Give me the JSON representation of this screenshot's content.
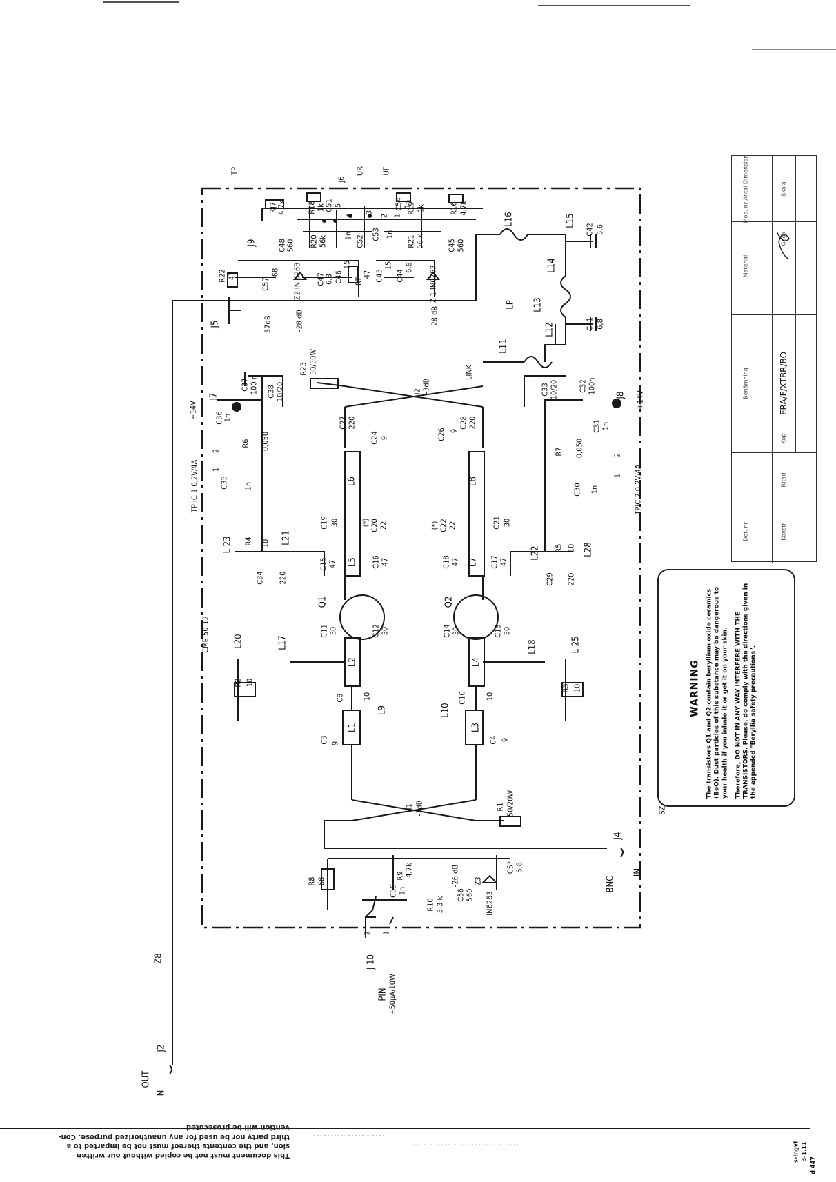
{
  "labels": {
    "tp": "TP",
    "j6": "J6",
    "ur": "UR",
    "uf": "UF",
    "r17": "RJ7",
    "r17_val": "4,7k",
    "r18": "R18",
    "r18_val": "1k",
    "c51": "C51",
    "c51_val": "5",
    "pin3": "3",
    "pin4": "4",
    "pin2": "2",
    "pin1": "1",
    "c54": "C54",
    "c54_val": "1n",
    "r19": "R19",
    "r19_val": "1k",
    "r16": "R16",
    "r16_val": "4,7k",
    "l16": "L16",
    "l15": "L15",
    "c42": "C42",
    "c42_val": "5,6",
    "j9": "J9",
    "c48": "C48",
    "c48_val": "560",
    "r20": "R20",
    "r20_val": "56k",
    "c52": "C52",
    "c52_val": "1n",
    "c53": "C53",
    "c53_val": "1n",
    "r21": "R21",
    "r21_val": "56 k",
    "c45": "C45",
    "c45_val": "560",
    "r22": "R22",
    "r22_val": "47",
    "c57": "C57",
    "c57_val": "68",
    "z2": "Z2 IN 6263",
    "c47": "C47",
    "c47_val": "6,8",
    "c46": "C46",
    "c46_val": "15",
    "rt": "RT",
    "rt_val": "47",
    "c43": "C43",
    "c43_val": "15",
    "c44": "C44",
    "c44_val": "6,8",
    "z1": "Z 1 IN6263",
    "l14": "L14",
    "db_37": "-37dB",
    "db_28a": "-28 dB",
    "db_28b": "-28 dB",
    "j5": "J5",
    "lp": "LP",
    "l13": "L13",
    "l12": "L12",
    "c41": "C41",
    "c41_val": "6,8",
    "l11": "L11",
    "link": "LINK",
    "r23": "R23",
    "r23_val": "50/50W",
    "h2": "H2",
    "h2_val": "-3dB",
    "c37": "C37",
    "c37_val": "100 n",
    "c38": "C38",
    "c38_val": "10/20",
    "j7": "J7",
    "v14a": "+14V",
    "c33": "C33",
    "c33_val": "10/20",
    "c32": "C32",
    "c32_val": "100n",
    "j8": "J8",
    "v14b": "+14V",
    "c36": "C36",
    "c36_val": "1n",
    "c27": "C27",
    "c27_val": "220",
    "c28": "C28",
    "c28_val": "220",
    "c26": "C26",
    "c26_val": "9",
    "c24": "C24",
    "c24_val": "9",
    "r6": "R6",
    "r6_val": "0,050",
    "r7": "R7",
    "r7_val": "0,050",
    "c31": "C31",
    "c31_val": "1n",
    "tpic1": "TP IC 1  0,2V/4A",
    "tpic2": "TPIC 2  0,2V/4A",
    "pin2a": "2",
    "pin1a": "1",
    "pin2b": "2",
    "pin1b": "1",
    "c35": "C35",
    "c35_val": "1n",
    "c30": "C30",
    "c30_val": "1n",
    "l6": "L6",
    "l8": "L8",
    "l23": "L 23",
    "r4": "R4",
    "r4_val": "10",
    "c19": "C19",
    "c19_val": "30",
    "c20": "C20",
    "c20_val": "22",
    "c20_mark": "(*)",
    "c22": "C22",
    "c22_val": "22",
    "c22_mark": "(*)",
    "c21": "C21",
    "c21_val": "30",
    "r5": "R5",
    "r5_val": "10",
    "l28": "L28",
    "l21": "L21",
    "c34": "C34",
    "c34_val": "220",
    "c15": "C15",
    "c15_val": "47",
    "l5": "L5",
    "c16": "C16",
    "c16_val": "47",
    "c18": "C18",
    "c18_val": "47",
    "l7": "L7",
    "c17": "C17",
    "c17_val": "47",
    "l22": "L22",
    "c29": "C29",
    "c29_val": "220",
    "q1": "Q1",
    "q2": "Q2",
    "cme": "CME 50-12",
    "c11": "C11",
    "c11_val": "30",
    "c12": "C12",
    "c12_val": "30",
    "c14": "C14",
    "c14_val": "30",
    "c13": "C13",
    "c13_val": "30",
    "l2": "L2",
    "l4": "L4",
    "l20": "L20",
    "l17": "L17",
    "l18": "L18",
    "l25": "L 25",
    "r2": "R2",
    "r2_val": "10",
    "r3": "R3",
    "r3_val": "10",
    "c8": "C8",
    "c8_val": "10",
    "c10": "C10",
    "c10_val": "10",
    "l1": "L1",
    "l3": "L3",
    "l9": "L9",
    "l10": "L10",
    "c3": "C3",
    "c3_val": "9",
    "c4": "C4",
    "c4_val": "9",
    "h1": "H1",
    "h1_val": "-3dB",
    "r1": "R1",
    "r1_val": "50/20W",
    "j4": "J4",
    "bnc": "BNC",
    "in": "IN",
    "r8": "R8",
    "r8_val": "68",
    "r9": "R9",
    "r9_val": "4,7k",
    "db_26": "-26 dB",
    "c55": "C55",
    "c55_val": "1n",
    "c5x": "C5?",
    "c5x_val": "6,8",
    "r10": "R10",
    "r10_val": "3,3 k",
    "c56": "C56",
    "c56_val": "560",
    "z3": "Z3",
    "z3_val": "IN6263",
    "pin2c": "2",
    "pin1c": "1",
    "j10": "J 10",
    "pin": "PIN",
    "pin_val": "+50µA/10W",
    "out": "OUT",
    "j2": "J2",
    "n": "N",
    "z8": "Z8",
    "sz": "SZ"
  },
  "warning": {
    "title": "WARNING",
    "text1": "The transistors Q1 and Q2 contain beryllium oxide ceramics (BeO). Dust particles of this substance may be dangerous to your health if you inhale it or get it on your skin.",
    "text2": "Therefore, DO NOT IN ANY WAY INTERFERE WITH THE TRANSISTORS. Please, do comply with the directions given in the appendcd \"Beryllia safety precautions\"."
  },
  "title_block": {
    "det_label": "Det. nr",
    "konst_label": "Konstr",
    "ritad_label": "Ritad",
    "kop_label": "Kop",
    "benamning_label": "Benämning",
    "benamning_value": "ERA/F/XTBR/BO",
    "material_label": "Material",
    "mod_label": "Mod. nr Antal Dimension",
    "skala_label": "Skala",
    "godk_label": "Godk"
  },
  "notice": {
    "line1": "This document must not be copied without our written",
    "line2": "sion, and the contents thereof must not be imparted to a",
    "line3": "third party nor be used for any unauthorized purpose. Con-",
    "line4": "vention will be prosecuted"
  },
  "corner": {
    "line1": "s-Ingvt",
    "line2": "3-1.11",
    "line3": "d 447"
  }
}
